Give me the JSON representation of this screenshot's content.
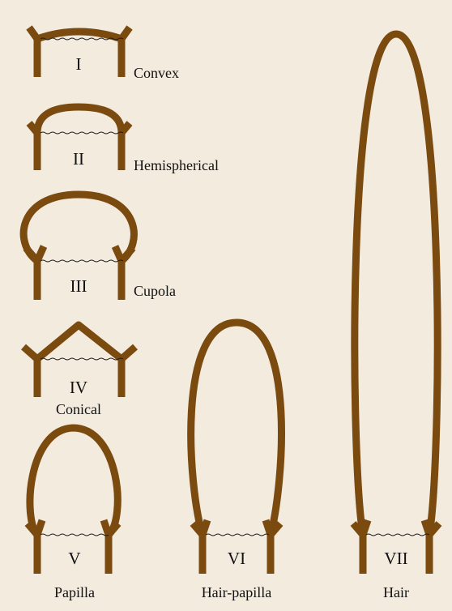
{
  "colors": {
    "background": "#f4ebdf",
    "outline": "#7a4a0f",
    "baseline": "#1a1a1a"
  },
  "shapes": [
    {
      "numeral": "I",
      "name": "Convex"
    },
    {
      "numeral": "II",
      "name": "Hemispherical"
    },
    {
      "numeral": "III",
      "name": "Cupola"
    },
    {
      "numeral": "IV",
      "name": "Conical"
    },
    {
      "numeral": "V",
      "name": "Papilla"
    },
    {
      "numeral": "VI",
      "name": "Hair-papilla"
    },
    {
      "numeral": "VII",
      "name": "Hair"
    }
  ]
}
